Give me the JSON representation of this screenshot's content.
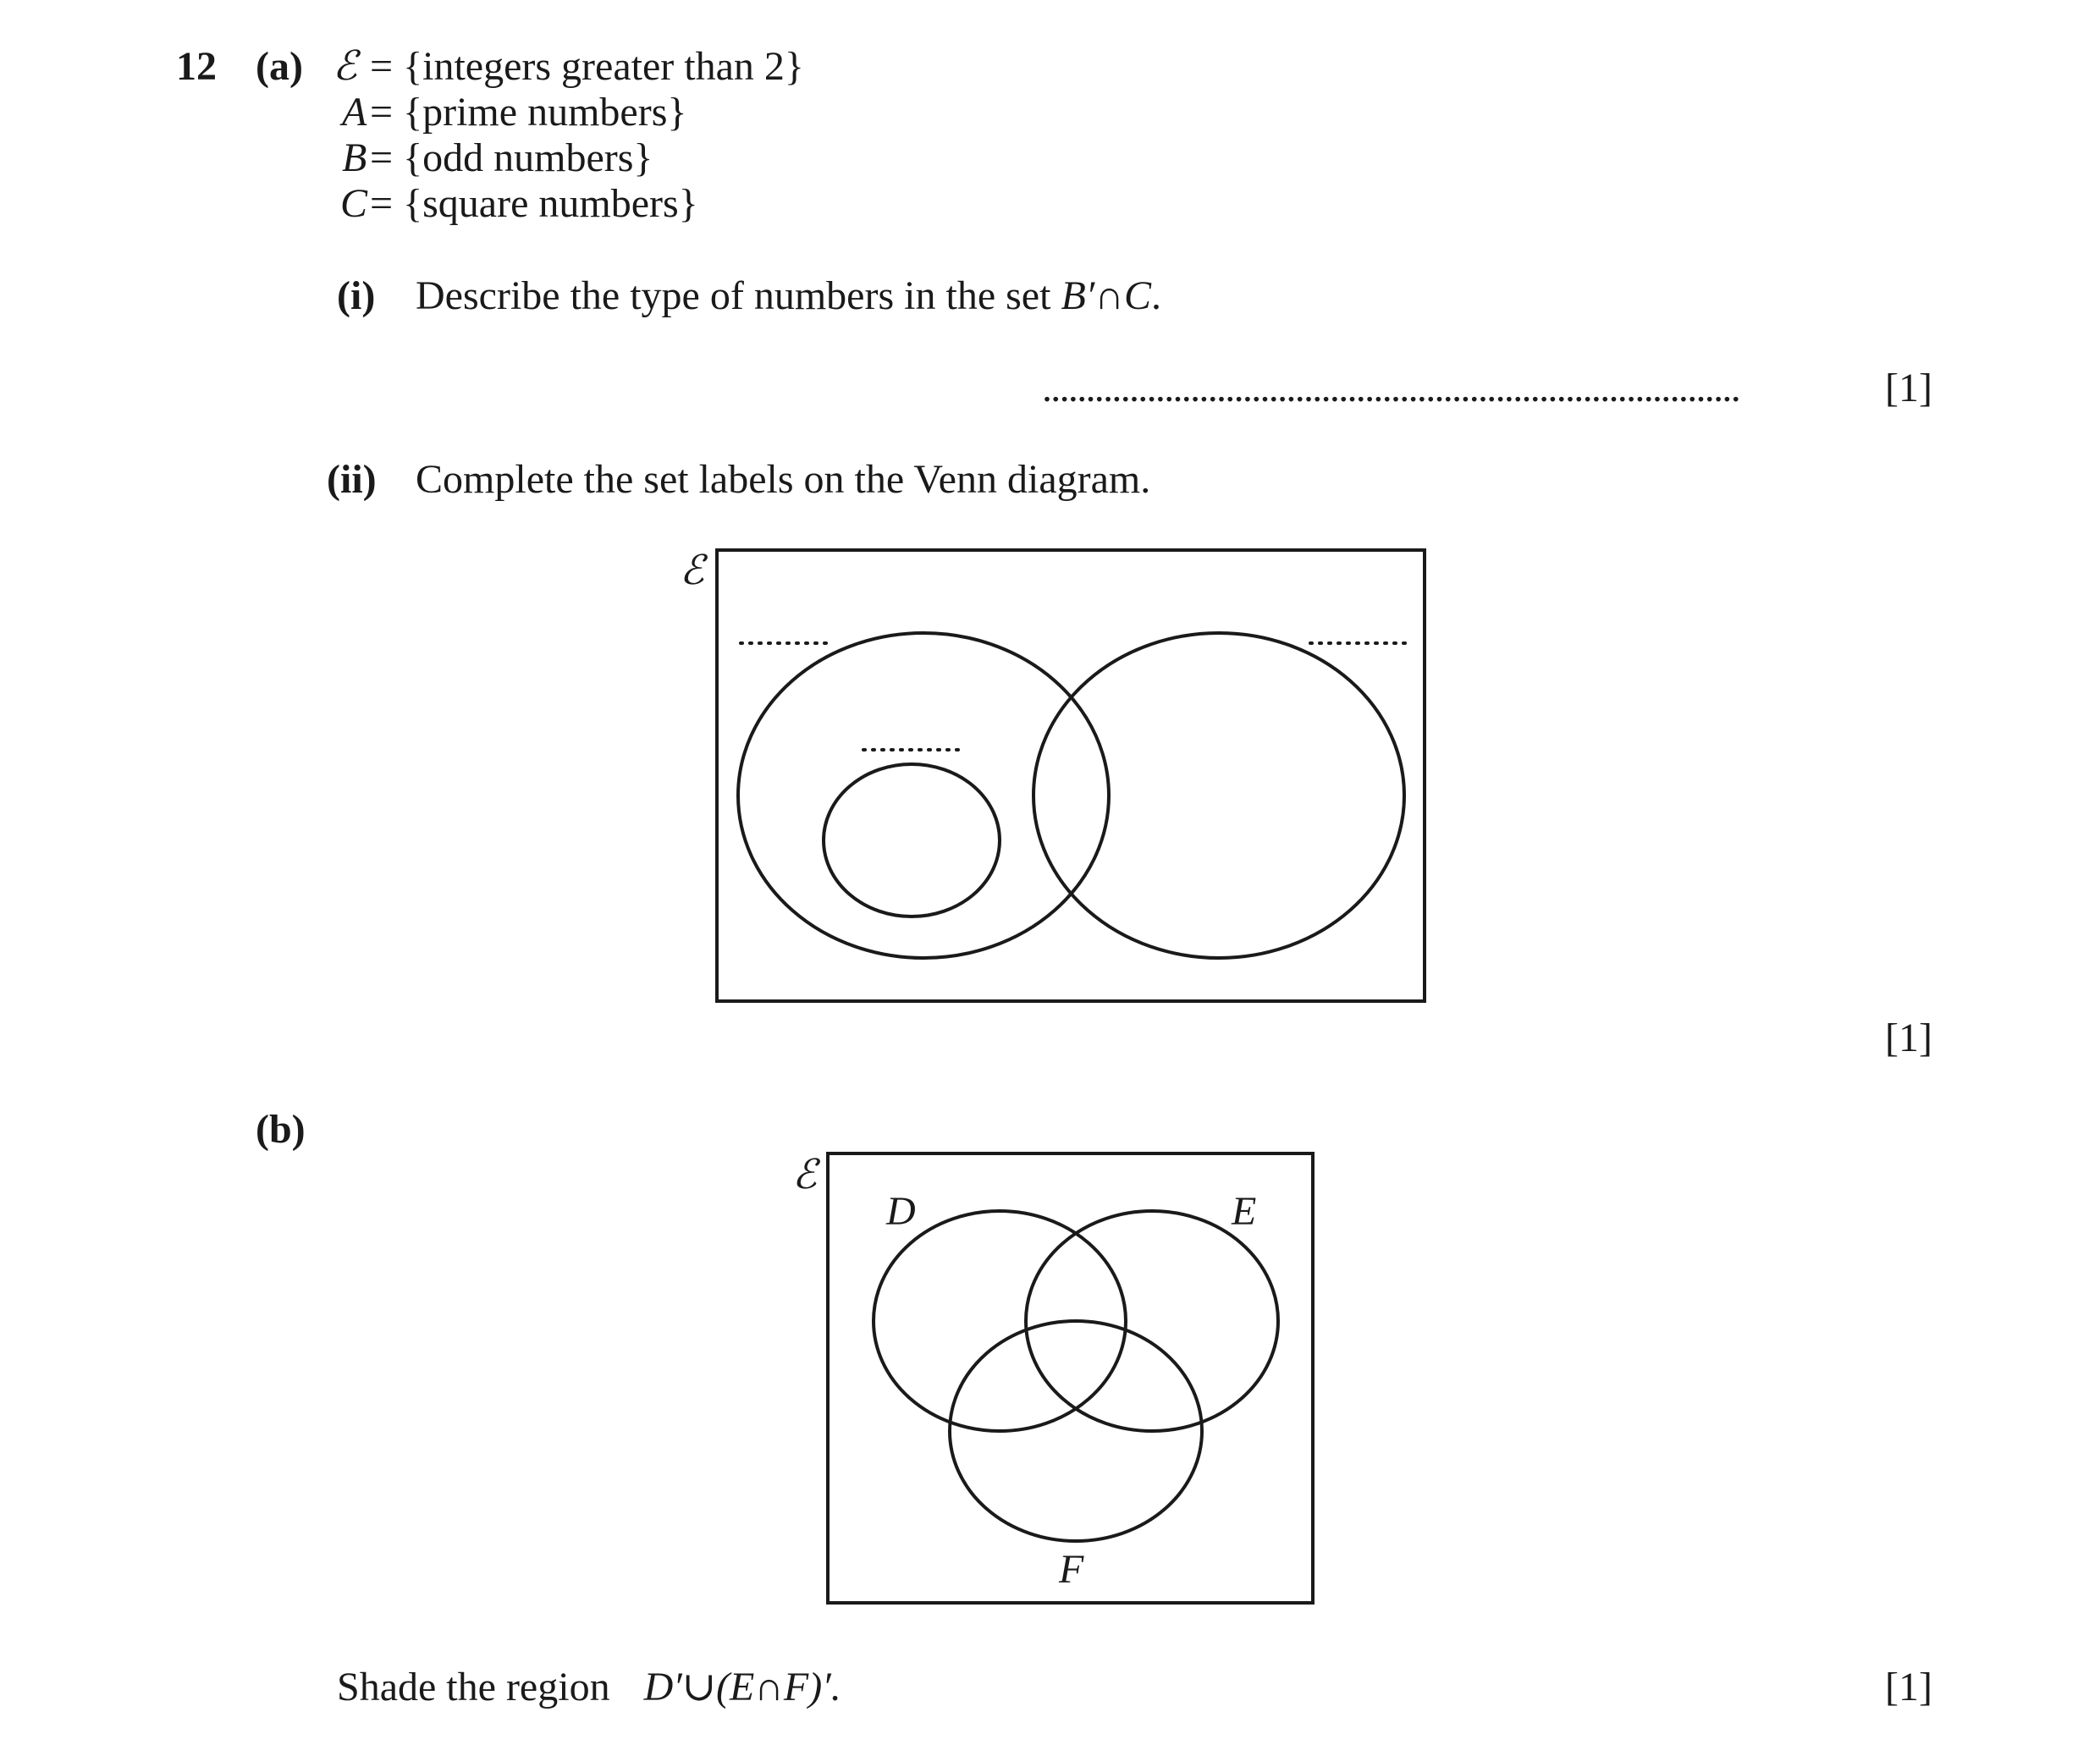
{
  "question": {
    "number": "12",
    "part_a": {
      "label": "(a)",
      "definitions": [
        {
          "symbol": "ℰ",
          "rhs": "= {integers greater than 2}"
        },
        {
          "symbol": "A",
          "rhs": "= {prime numbers}"
        },
        {
          "symbol": "B",
          "rhs": "= {odd numbers}"
        },
        {
          "symbol": "C",
          "rhs": "= {square numbers}"
        }
      ],
      "part_i": {
        "label": "(i)",
        "text": "Describe the type of numbers in the set ",
        "set_expr": "B′∩C",
        "end": ".",
        "answer_line": "................................................................................",
        "marks": "[1]"
      },
      "part_ii": {
        "label": "(ii)",
        "text": "Complete the set labels on the Venn diagram.",
        "venn": {
          "universal_symbol": "ℰ",
          "label_placeholder": ".........."
        },
        "marks": "[1]"
      }
    },
    "part_b": {
      "label": "(b)",
      "venn": {
        "universal_symbol": "ℰ",
        "set_labels": [
          "D",
          "E",
          "F"
        ]
      },
      "instruction": "Shade the region",
      "region_expr": "D′∪(E∩F)′.",
      "marks": "[1]"
    }
  }
}
